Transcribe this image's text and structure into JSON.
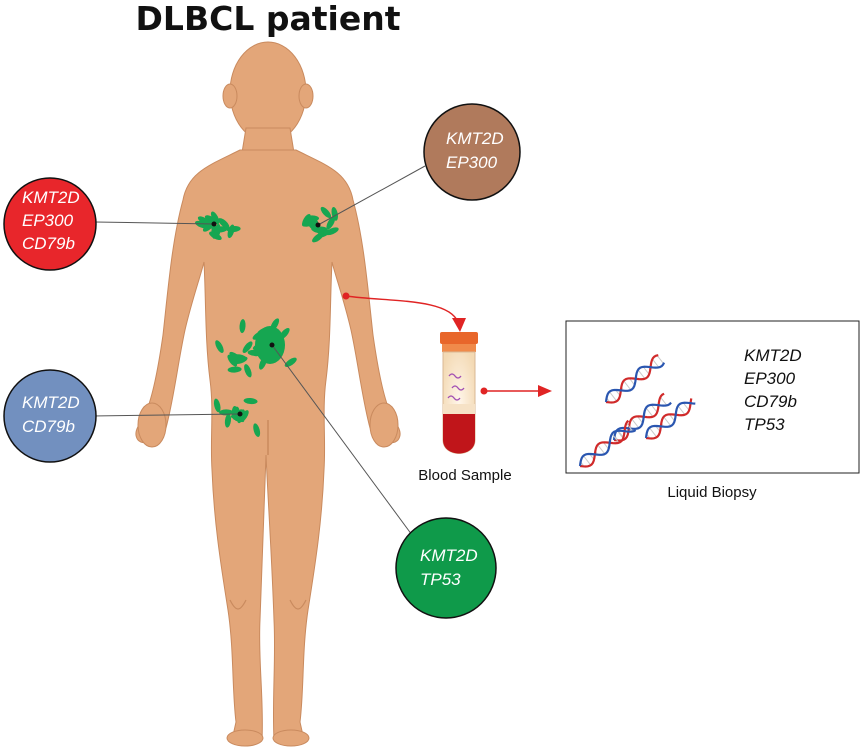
{
  "title": "DLBCL patient",
  "bubbles": [
    {
      "id": "axilla-right",
      "lines": [
        "KMT2D",
        "EP300",
        "CD79b"
      ],
      "color": "#e8262b"
    },
    {
      "id": "axilla-left",
      "lines": [
        "KMT2D",
        "EP300"
      ],
      "color": "#b07a5c"
    },
    {
      "id": "groin",
      "lines": [
        "KMT2D",
        "CD79b"
      ],
      "color": "#7290bf"
    },
    {
      "id": "abdomen",
      "lines": [
        "KMT2D",
        "TP53"
      ],
      "color": "#0f9a4a"
    }
  ],
  "blood_sample": {
    "label": "Blood Sample"
  },
  "liquid_biopsy": {
    "label": "Liquid Biopsy",
    "genes": [
      "KMT2D",
      "EP300",
      "CD79b",
      "TP53"
    ]
  },
  "colors": {
    "skin": "#e3a679",
    "skin_outline": "#c98a5e",
    "lymph": "#16a651",
    "arrow": "#e02424",
    "blood": "#c0151a"
  }
}
